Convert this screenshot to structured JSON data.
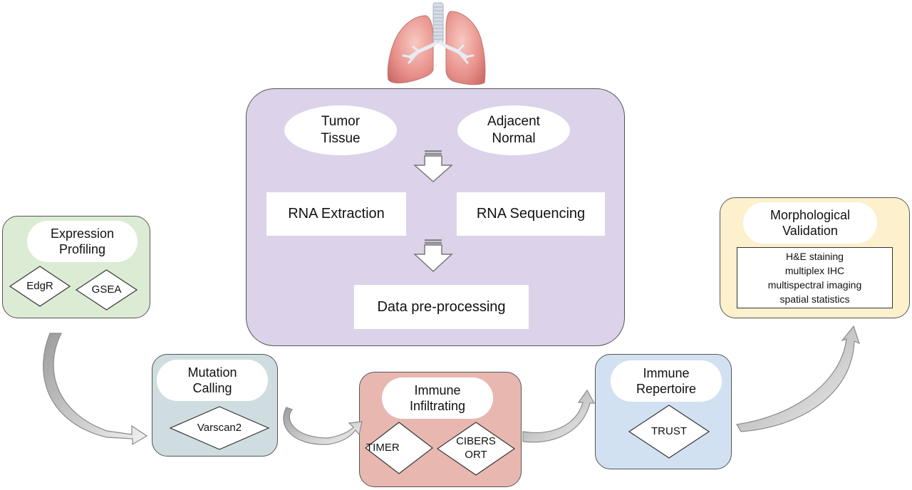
{
  "center": {
    "tumor": "Tumor\nTissue",
    "adjacent": "Adjacent\nNormal",
    "rna_extraction": "RNA Extraction",
    "rna_sequencing": "RNA Sequencing",
    "preprocessing": "Data pre-processing"
  },
  "expression": {
    "title": "Expression\nProfiling",
    "tools": [
      "EdgR",
      "GSEA"
    ]
  },
  "mutation": {
    "title": "Mutation\nCalling",
    "tools": [
      "Varscan2"
    ]
  },
  "infiltrating": {
    "title": "Immune\nInfiltrating",
    "tools": [
      "TIMER",
      "CIBERS\nORT"
    ]
  },
  "repertoire": {
    "title": "Immune\nRepertoire",
    "tools": [
      "TRUST"
    ]
  },
  "morphological": {
    "title": "Morphological\nValidation",
    "methods": [
      "H&E staining",
      "multiplex IHC",
      "multispectral imaging",
      "spatial statistics"
    ]
  },
  "colors": {
    "center_panel": "#dcd2e9",
    "expression_panel": "#dcebd3",
    "mutation_panel": "#cfdde1",
    "infiltrating_panel": "#e8b8b0",
    "repertoire_panel": "#d2e1f2",
    "morphological_panel": "#fdf0cc",
    "lung": "#e48a86",
    "trachea": "#cfd6e0"
  }
}
